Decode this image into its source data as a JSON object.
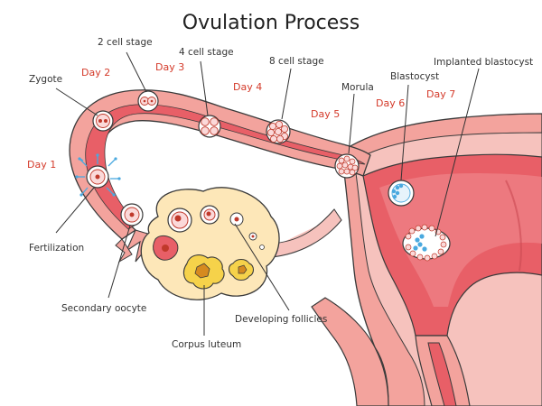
{
  "title": "Ovulation Process",
  "days": {
    "day1": "Day 1",
    "day2": "Day 2",
    "day3": "Day 3",
    "day4": "Day 4",
    "day5": "Day 5",
    "day6": "Day 6",
    "day7": "Day 7"
  },
  "labels": {
    "zygote": "Zygote",
    "two_cell": "2 cell stage",
    "four_cell": "4 cell stage",
    "eight_cell": "8 cell stage",
    "morula": "Morula",
    "blastocyst": "Blastocyst",
    "implanted": "Implanted blastocyst",
    "fertilization": "Fertilization",
    "secondary_oocyte": "Secondary oocyte",
    "developing_follicles": "Developing follicles",
    "corpus_luteum": "Corpus luteum"
  },
  "colors": {
    "tube_outer": "#f3a39d",
    "tube_inner": "#e85f67",
    "outline": "#3a3a3a",
    "ovary": "#fde7b8",
    "follicle": "#f6d24a",
    "sperm": "#4aa9df",
    "day_text": "#d43a2a"
  }
}
